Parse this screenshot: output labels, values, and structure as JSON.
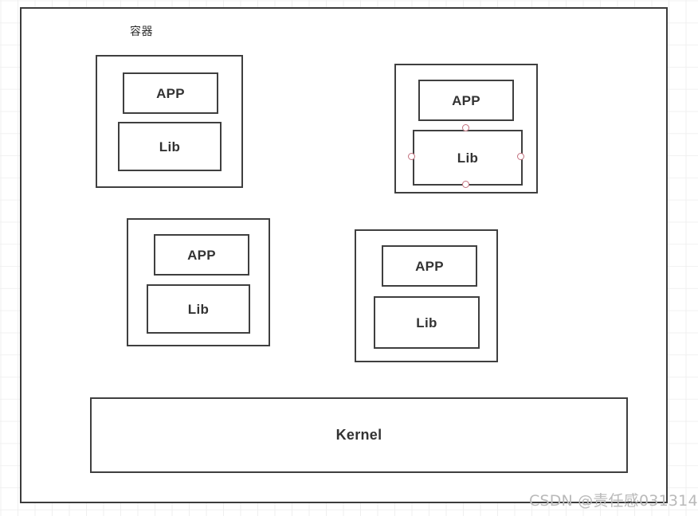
{
  "diagram": {
    "title_label": "容器",
    "kernel": {
      "label": "Kernel"
    },
    "pods": [
      {
        "name": "pod-top-left",
        "app_label": "APP",
        "lib_label": "Lib",
        "selected": false
      },
      {
        "name": "pod-top-right",
        "app_label": "APP",
        "lib_label": "Lib",
        "selected": true,
        "handles": [
          "top",
          "right",
          "bottom",
          "left"
        ]
      },
      {
        "name": "pod-bottom-left",
        "app_label": "APP",
        "lib_label": "Lib",
        "selected": false
      },
      {
        "name": "pod-bottom-right",
        "app_label": "APP",
        "lib_label": "Lib",
        "selected": false
      }
    ]
  },
  "watermark": {
    "text": "CSDN @责任感031314"
  },
  "colors": {
    "frame_stroke": "#3b3b3b",
    "box_stroke": "#3f3f3f",
    "text": "#333333",
    "handle_stroke": "#c2707e",
    "grid": "#efefef",
    "watermark": "#b9b9b9",
    "background": "#ffffff"
  }
}
